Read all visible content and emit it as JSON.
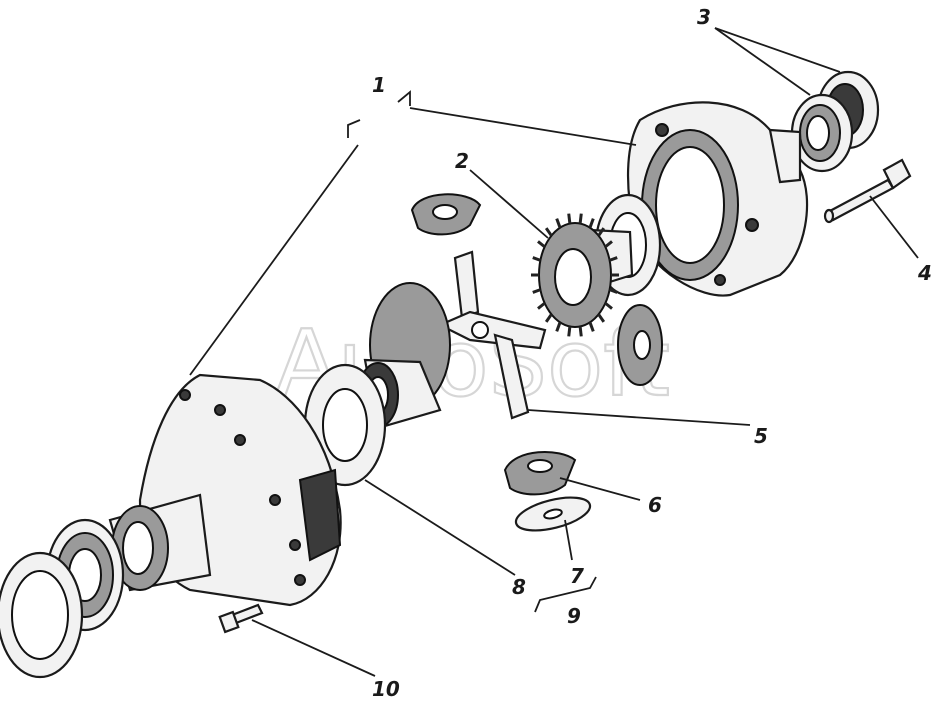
{
  "watermark": "AutoSoft",
  "callouts": [
    {
      "id": "1",
      "text": "1"
    },
    {
      "id": "2",
      "text": "2"
    },
    {
      "id": "3",
      "text": "3"
    },
    {
      "id": "4",
      "text": "4"
    },
    {
      "id": "5",
      "text": "5"
    },
    {
      "id": "6",
      "text": "6"
    },
    {
      "id": "7",
      "text": "7"
    },
    {
      "id": "8",
      "text": "8"
    },
    {
      "id": "9",
      "text": "9"
    },
    {
      "id": "10",
      "text": "10"
    }
  ],
  "colors": {
    "ink": "#1b1b1b",
    "paper": "#ffffff",
    "watermark": "#cfcfcf"
  }
}
